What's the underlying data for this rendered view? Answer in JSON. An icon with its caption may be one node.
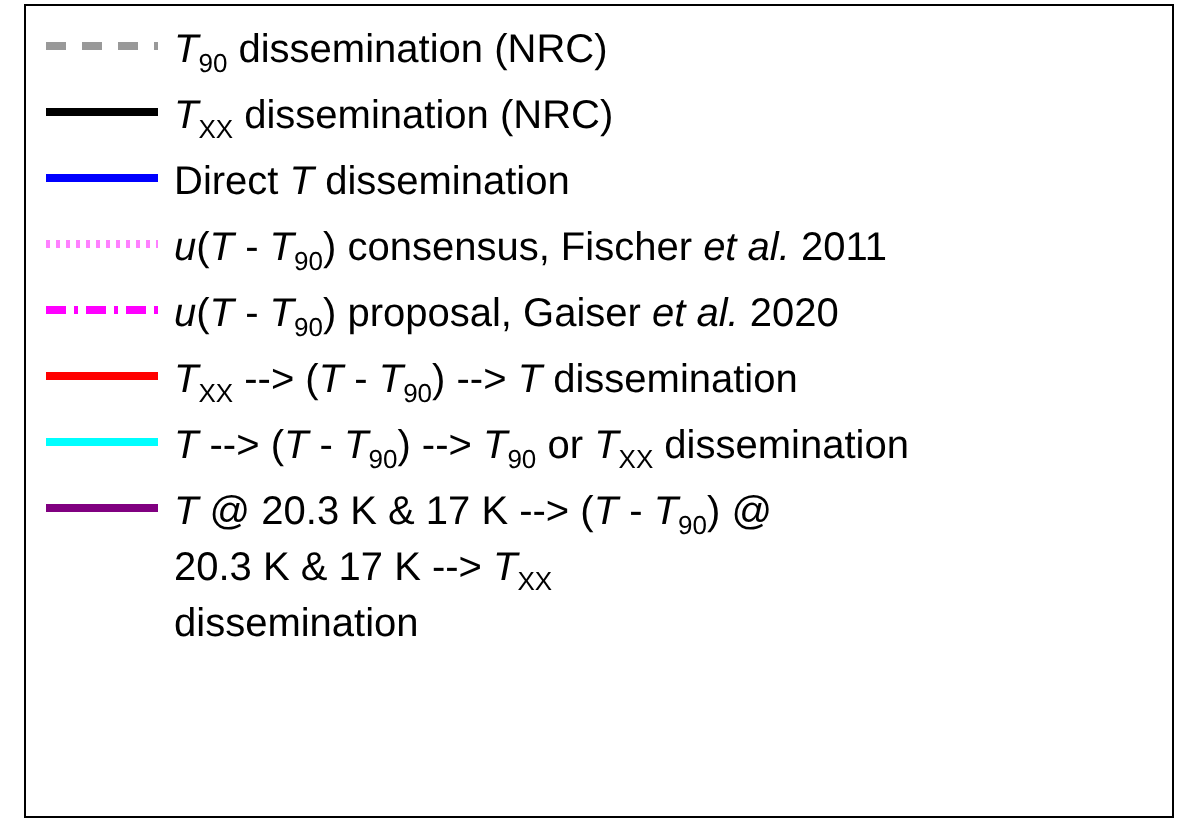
{
  "diagram": {
    "legend": [
      {
        "text": "*T*$_{90}$ dissemination (NRC)",
        "color": "#999999"
      },
      {
        "text": "*T*$_{XX}$ dissemination (NRC)",
        "color": "#000000"
      },
      {
        "text": "Direct *T* dissemination",
        "color": "#0000ff"
      },
      {
        "text": "*u*(*T* - *T*$_{90}$) consensus, Fischer *et al.* 2011",
        "color": "#ff80ff"
      },
      {
        "text": "*u*(*T* - *T*$_{90}$) proposal, Gaiser *et al.* 2020",
        "color": "#ff00ff"
      },
      {
        "text": "*T*$_{XX}$ --> (*T* - *T*$_{90}$) --> *T* dissemination",
        "color": "#ff0000"
      },
      {
        "text": "*T* --> (*T* - *T*$_{90}$) --> *T*$_{90}$ or *T*$_{XX}$ dissemination",
        "color": "#00ffff"
      },
      {
        "text": "*T* @ 20.3 K & 17 K --> (*T* - *T*$_{90}$) @ 20.3 K & 17 K --> *T*$_{XX}$ dissemination",
        "color": "#800080"
      }
    ]
  }
}
